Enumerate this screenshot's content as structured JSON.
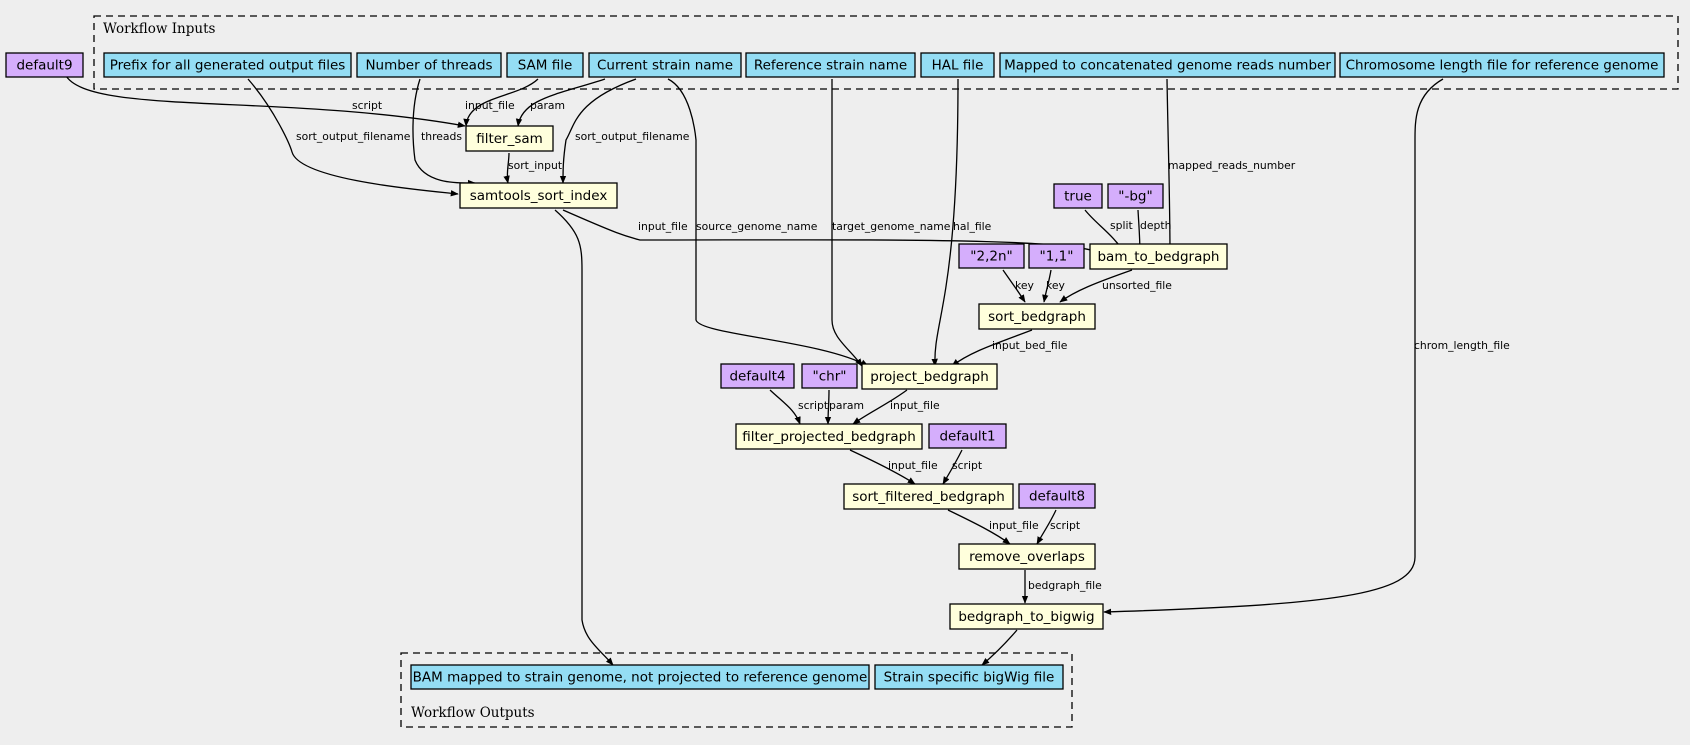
{
  "colors": {
    "background": "#eeeeee",
    "input_fill": "#94ddf4",
    "step_fill": "#ffffdc",
    "default_fill": "#d5aefc",
    "stroke": "#000000"
  },
  "clusters": {
    "inputs": {
      "label": "Workflow Inputs"
    },
    "outputs": {
      "label": "Workflow Outputs"
    }
  },
  "nodes": {
    "default9": {
      "label": "default9"
    },
    "in_prefix": {
      "label": "Prefix for all generated output files"
    },
    "in_threads": {
      "label": "Number of threads"
    },
    "in_sam": {
      "label": "SAM file"
    },
    "in_strain": {
      "label": "Current strain name"
    },
    "in_ref": {
      "label": "Reference strain name"
    },
    "in_hal": {
      "label": "HAL file"
    },
    "in_mapped": {
      "label": "Mapped to concatenated genome reads number"
    },
    "in_chrom": {
      "label": "Chromosome length file for reference genome"
    },
    "filter_sam": {
      "label": "filter_sam"
    },
    "samtools_sort_index": {
      "label": "samtools_sort_index"
    },
    "v_true": {
      "label": "true"
    },
    "v_bg": {
      "label": "\"-bg\""
    },
    "bam_to_bedgraph": {
      "label": "bam_to_bedgraph"
    },
    "v_22n": {
      "label": "\"2,2n\""
    },
    "v_11": {
      "label": "\"1,1\""
    },
    "sort_bedgraph": {
      "label": "sort_bedgraph"
    },
    "default4": {
      "label": "default4"
    },
    "v_chr": {
      "label": "\"chr\""
    },
    "project_bedgraph": {
      "label": "project_bedgraph"
    },
    "filter_projected_bedgraph": {
      "label": "filter_projected_bedgraph"
    },
    "default1": {
      "label": "default1"
    },
    "sort_filtered_bedgraph": {
      "label": "sort_filtered_bedgraph"
    },
    "default8": {
      "label": "default8"
    },
    "remove_overlaps": {
      "label": "remove_overlaps"
    },
    "bedgraph_to_bigwig": {
      "label": "bedgraph_to_bigwig"
    },
    "out_bam": {
      "label": "BAM mapped to strain genome, not projected to reference genome"
    },
    "out_bigwig": {
      "label": "Strain specific bigWig file"
    }
  },
  "edges": [
    {
      "id": "e_default9_filter_sam",
      "label": "script"
    },
    {
      "id": "e_sam_filter_sam",
      "label": "input_file"
    },
    {
      "id": "e_strain_filter_sam",
      "label": "param"
    },
    {
      "id": "e_prefix_sort",
      "label": "sort_output_filename"
    },
    {
      "id": "e_threads_sort",
      "label": "threads"
    },
    {
      "id": "e_filter_sam_sort",
      "label": "sort_input"
    },
    {
      "id": "e_strain_sort",
      "label": "sort_output_filename"
    },
    {
      "id": "e_sort_bam2bg",
      "label": "input_file"
    },
    {
      "id": "e_strain_project",
      "label": "source_genome_name"
    },
    {
      "id": "e_ref_project",
      "label": "target_genome_name"
    },
    {
      "id": "e_hal_project",
      "label": "hal_file"
    },
    {
      "id": "e_mapped_bam2bg",
      "label": "mapped_reads_number"
    },
    {
      "id": "e_true_bam2bg",
      "label": "split"
    },
    {
      "id": "e_bg_bam2bg",
      "label": "depth"
    },
    {
      "id": "e_22n_sortbg",
      "label": "key"
    },
    {
      "id": "e_11_sortbg",
      "label": "key"
    },
    {
      "id": "e_bam2bg_sortbg",
      "label": "unsorted_file"
    },
    {
      "id": "e_sortbg_project",
      "label": "input_bed_file"
    },
    {
      "id": "e_chrom_bigwig",
      "label": "chrom_length_file"
    },
    {
      "id": "e_default4_filterproj",
      "label": "script"
    },
    {
      "id": "e_chr_filterproj",
      "label": "param"
    },
    {
      "id": "e_project_filterproj",
      "label": "input_file"
    },
    {
      "id": "e_filterproj_sortfilt",
      "label": "input_file"
    },
    {
      "id": "e_default1_sortfilt",
      "label": "script"
    },
    {
      "id": "e_sortfilt_remove",
      "label": "input_file"
    },
    {
      "id": "e_default8_remove",
      "label": "script"
    },
    {
      "id": "e_remove_bigwig",
      "label": "bedgraph_file"
    },
    {
      "id": "e_sort_outbam",
      "label": ""
    },
    {
      "id": "e_bigwig_outbigwig",
      "label": ""
    }
  ]
}
